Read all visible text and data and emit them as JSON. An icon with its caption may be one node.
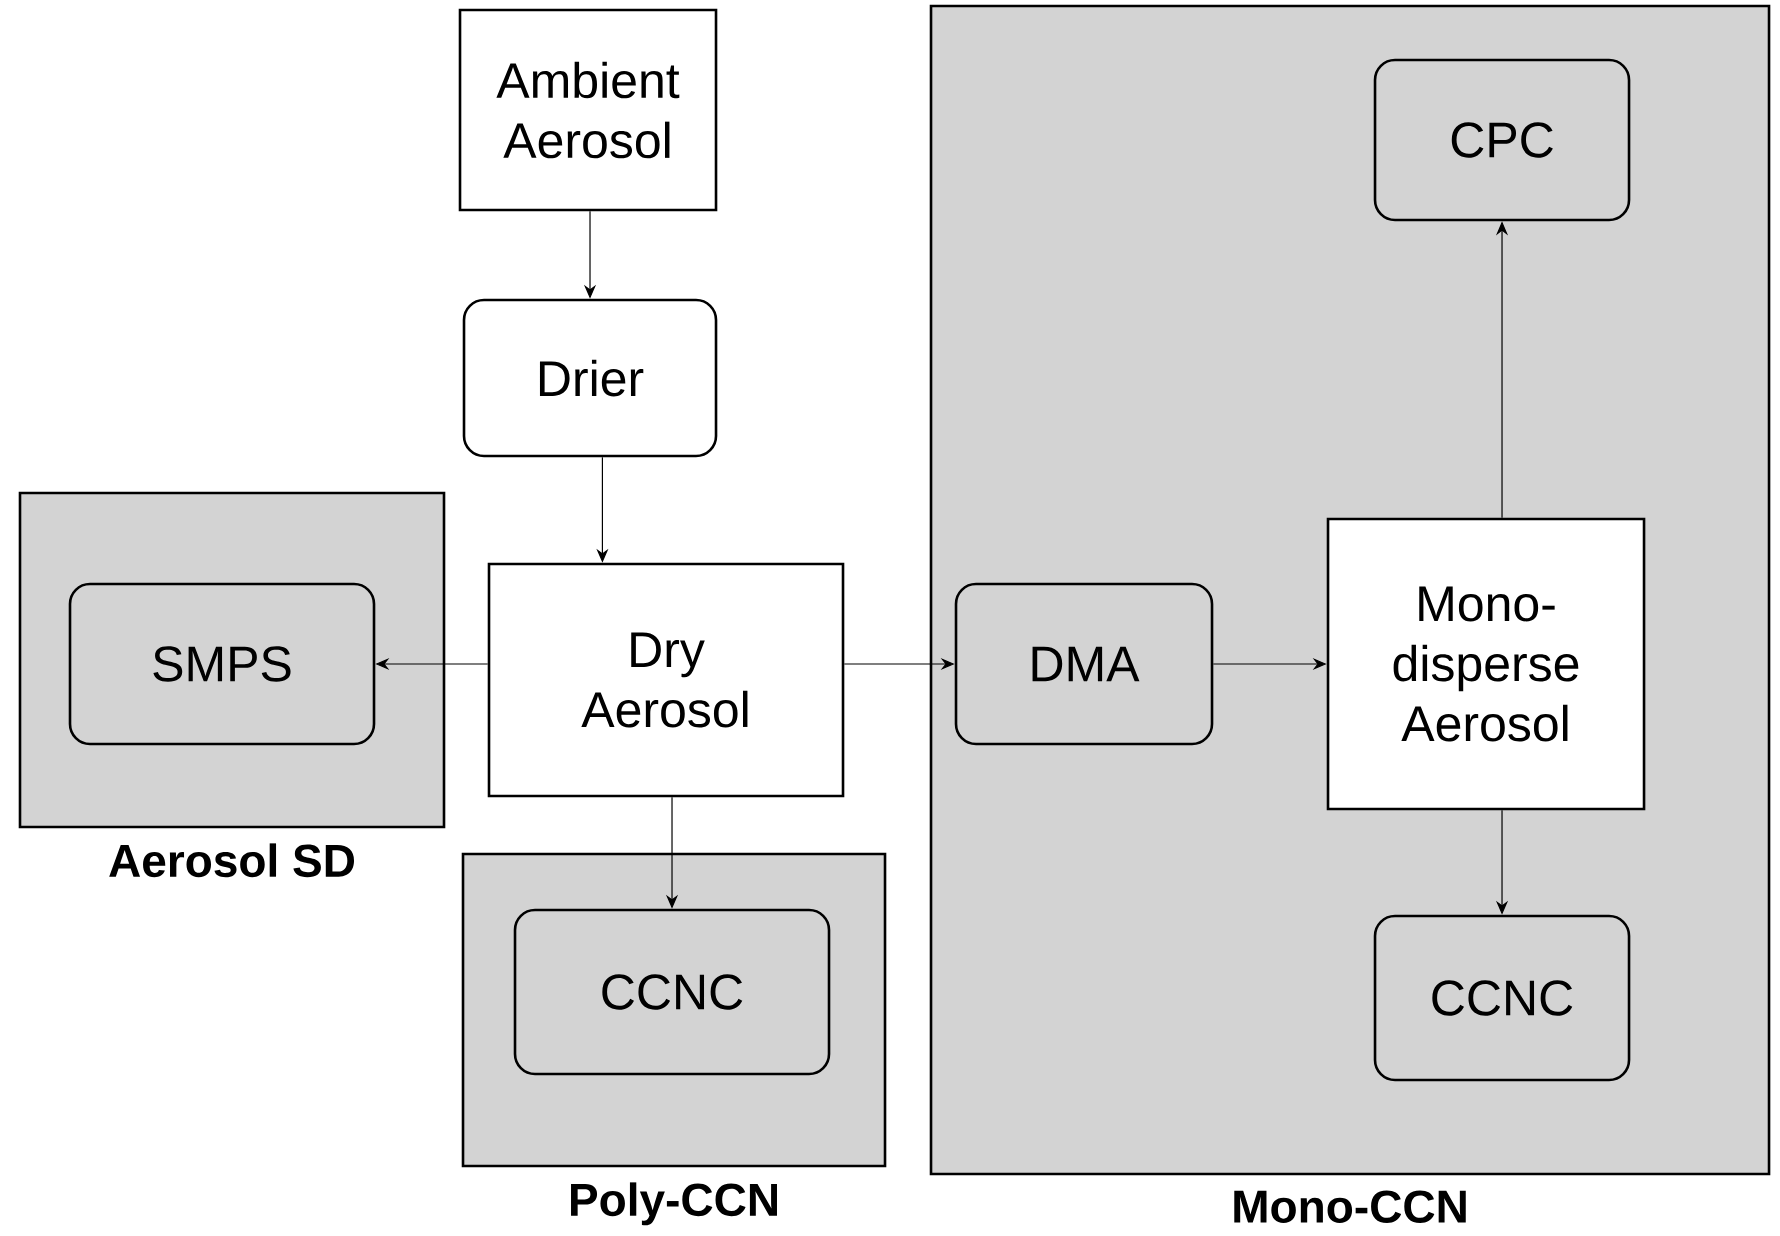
{
  "diagram": {
    "nodes": [
      {
        "text": [
          "Ambient Aerosol"
        ]
      },
      {
        "text": [
          "Drier"
        ]
      },
      {
        "text": [
          "Aerosol SD"
        ]
      },
      {
        "text": [
          "SMPS"
        ],
        "in": 2
      },
      {
        "text": [
          "Dry Aerosol"
        ]
      },
      {
        "text": [
          "Mono-CCN"
        ]
      },
      {
        "text": [
          "CPC"
        ],
        "in": 5
      },
      {
        "text": [
          "DMA"
        ],
        "in": 5
      },
      {
        "text": [
          "Mono-disperse Aerosol"
        ],
        "in": 5
      },
      {
        "text": [
          "CCNC"
        ],
        "in": 5
      },
      {
        "text": [
          "Poly-CCN"
        ]
      },
      {
        "text": [
          "CCNC"
        ],
        "in": 10
      }
    ],
    "edges": [
      {
        "from": 0,
        "to": 1,
        "arrow": "to"
      },
      {
        "from": 1,
        "to": 4,
        "arrow": "to"
      },
      {
        "from": 4,
        "to": 3,
        "arrow": "to"
      },
      {
        "from": 4,
        "to": 7,
        "arrow": "to"
      },
      {
        "from": 7,
        "to": 8,
        "arrow": "to"
      },
      {
        "from": 8,
        "to": 6,
        "arrow": "to"
      },
      {
        "from": 8,
        "to": 9,
        "arrow": "to"
      },
      {
        "from": 4,
        "to": 11,
        "arrow": "to"
      }
    ]
  }
}
